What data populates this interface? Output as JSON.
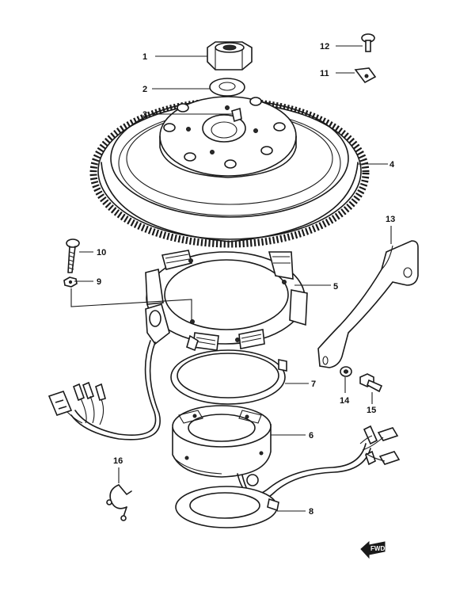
{
  "callouts": [
    {
      "id": "1",
      "label": "1"
    },
    {
      "id": "2",
      "label": "2"
    },
    {
      "id": "3",
      "label": "3"
    },
    {
      "id": "4",
      "label": "4"
    },
    {
      "id": "5",
      "label": "5"
    },
    {
      "id": "6",
      "label": "6"
    },
    {
      "id": "7",
      "label": "7"
    },
    {
      "id": "8",
      "label": "8"
    },
    {
      "id": "9",
      "label": "9"
    },
    {
      "id": "10",
      "label": "10"
    },
    {
      "id": "11",
      "label": "11"
    },
    {
      "id": "12",
      "label": "12"
    },
    {
      "id": "13",
      "label": "13"
    },
    {
      "id": "14",
      "label": "14"
    },
    {
      "id": "15",
      "label": "15"
    },
    {
      "id": "16",
      "label": "16"
    }
  ],
  "direction_arrow": {
    "label": "FWD"
  }
}
